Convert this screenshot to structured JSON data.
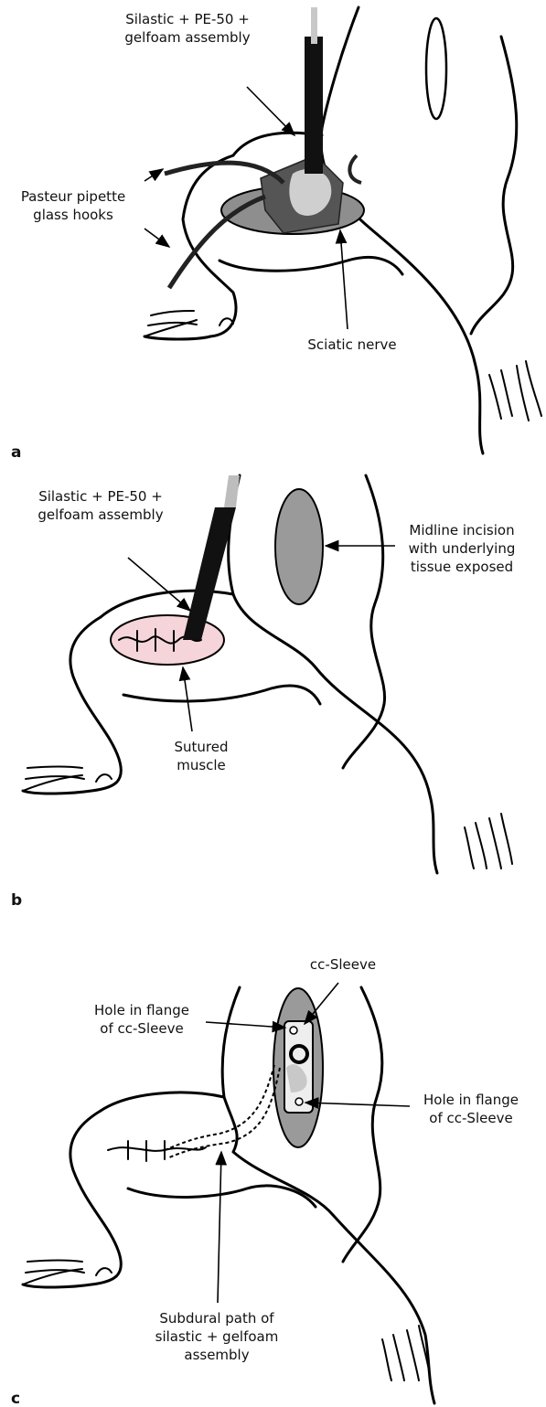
{
  "panels": [
    {
      "letter": "a",
      "labels": {
        "assembly_line1": "Silastic + PE-50 +",
        "assembly_line2": "gelfoam assembly",
        "hooks_line1": "Pasteur pipette",
        "hooks_line2": "glass hooks",
        "nerve": "Sciatic nerve"
      }
    },
    {
      "letter": "b",
      "labels": {
        "assembly_line1": "Silastic + PE-50 +",
        "assembly_line2": "gelfoam assembly",
        "incision_line1": "Midline incision",
        "incision_line2": "with underlying",
        "incision_line3": "tissue exposed",
        "muscle_line1": "Sutured",
        "muscle_line2": "muscle"
      }
    },
    {
      "letter": "c",
      "labels": {
        "sleeve": "cc-Sleeve",
        "hole_left_line1": "Hole in flange",
        "hole_left_line2": "of cc-Sleeve",
        "hole_right_line1": "Hole in flange",
        "hole_right_line2": "of cc-Sleeve",
        "path_line1": "Subdural path of",
        "path_line2": "silastic + gelfoam",
        "path_line3": "assembly"
      }
    }
  ],
  "colors": {
    "incision_gray": "#9a9a9a",
    "muscle_pink": "#f6d5da",
    "sleeve_white": "#eeeeee",
    "tube_gray": "#bdbdbd"
  }
}
